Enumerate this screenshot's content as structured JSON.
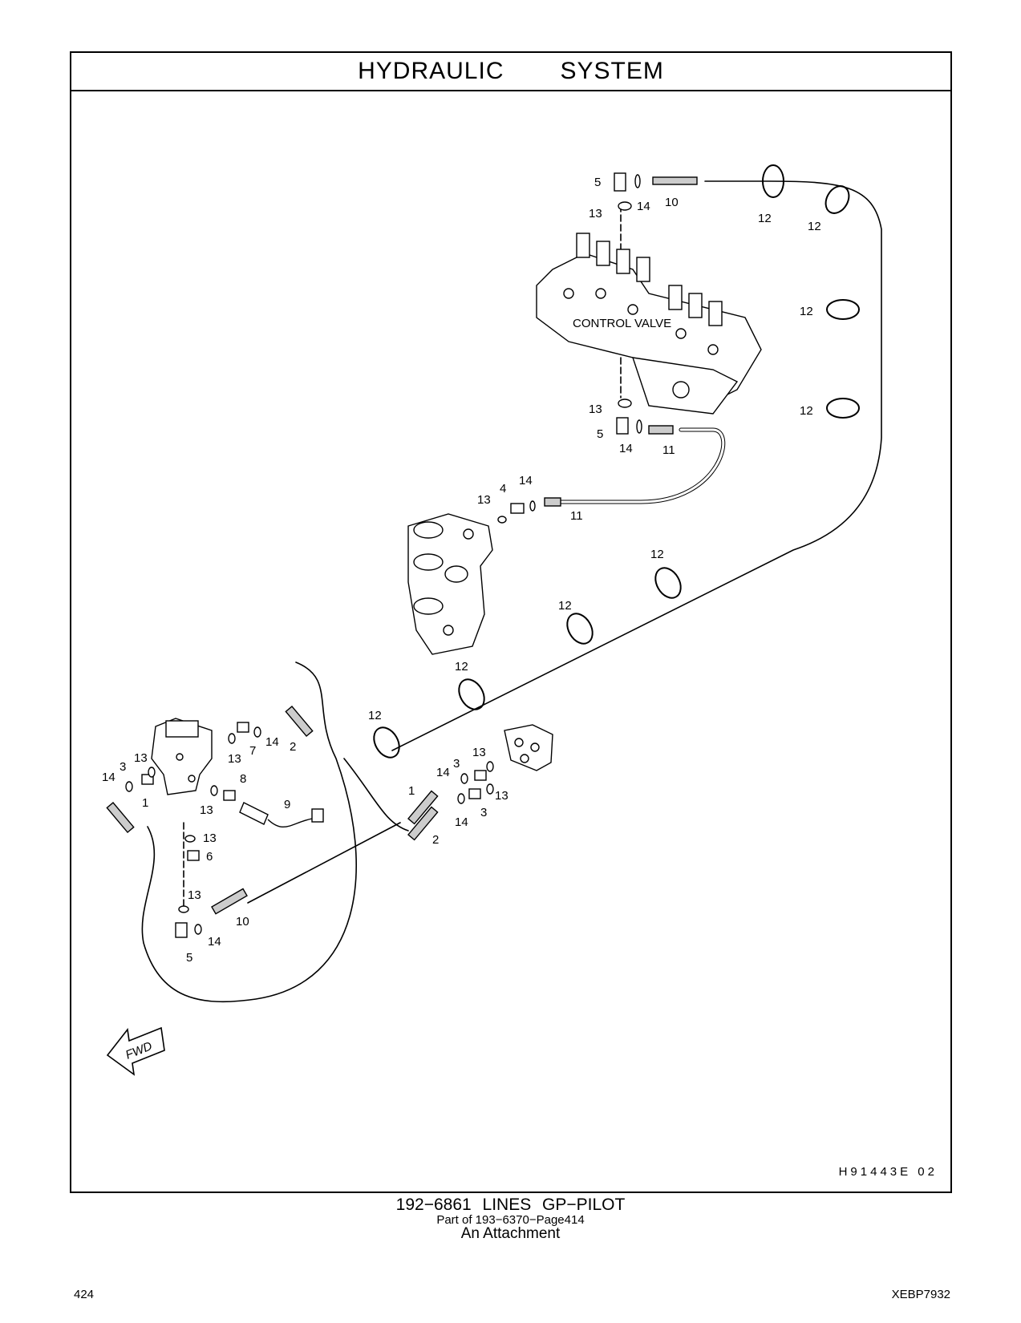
{
  "header": {
    "title": "HYDRAULIC   SYSTEM"
  },
  "diagram": {
    "drawing_code": "H91443E   02",
    "component_labels": {
      "control_valve": "CONTROL VALVE",
      "fwd_arrow": "FWD"
    },
    "callouts": [
      "5",
      "14",
      "10",
      "13",
      "12",
      "12",
      "12",
      "12",
      "13",
      "5",
      "14",
      "11",
      "4",
      "14",
      "13",
      "11",
      "12",
      "12",
      "12",
      "12",
      "13",
      "3",
      "14",
      "13",
      "7",
      "14",
      "2",
      "8",
      "13",
      "1",
      "9",
      "13",
      "6",
      "13",
      "10",
      "14",
      "5",
      "13",
      "14",
      "3",
      "1",
      "13",
      "3",
      "14",
      "2"
    ]
  },
  "caption": {
    "part_title": "192−6861   LINES  GP−PILOT",
    "part_of": "Part of 193−6370−Page414",
    "attachment": "An Attachment"
  },
  "footer": {
    "page_number": "424",
    "doc_id": "XEBP7932"
  }
}
